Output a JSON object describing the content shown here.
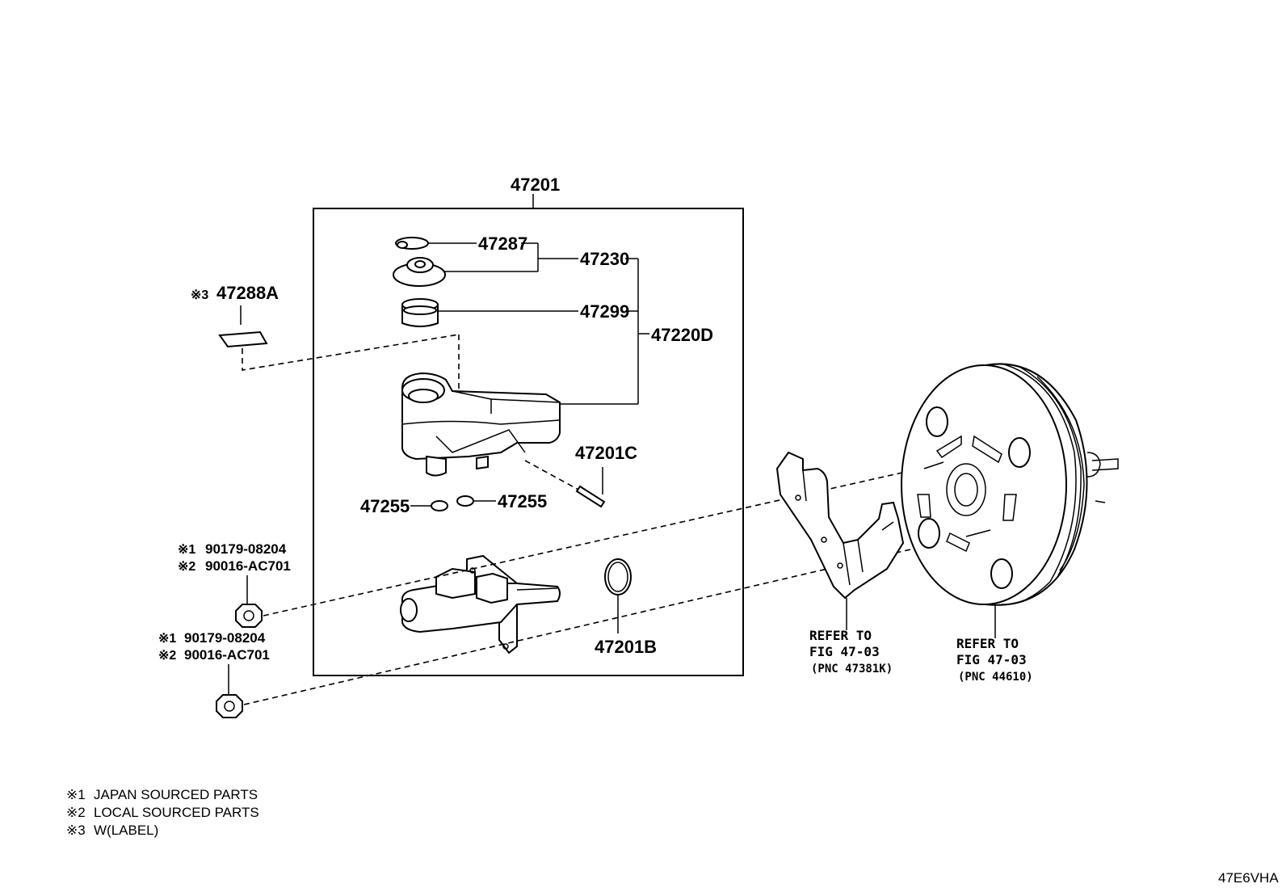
{
  "diagram_code": "47E6VHA",
  "callouts": {
    "assembly": "47201",
    "cap_gasket": "47287",
    "cap_assy": "47230",
    "strainer": "47299",
    "reservoir": "47220D",
    "pin": "47201C",
    "grommet_left": "47255",
    "grommet_right": "47255",
    "o_ring": "47201B",
    "label_mark": "※3",
    "label_part": "47288A"
  },
  "nuts": [
    {
      "line1_mark": "※1",
      "line1_part": "90179-08204",
      "line2_mark": "※2",
      "line2_part": "90016-AC701"
    },
    {
      "line1_mark": "※1",
      "line1_part": "90179-08204",
      "line2_mark": "※2",
      "line2_part": "90016-AC701"
    }
  ],
  "refer_bracket": {
    "line1": "REFER TO",
    "line2": "FIG 47-03",
    "line3": "(PNC 47381K)"
  },
  "refer_booster": {
    "line1": "REFER TO",
    "line2": "FIG 47-03",
    "line3": "(PNC 44610)"
  },
  "footnotes": [
    {
      "mark": "※1",
      "text": "JAPAN SOURCED PARTS"
    },
    {
      "mark": "※2",
      "text": "LOCAL SOURCED PARTS"
    },
    {
      "mark": "※3",
      "text": "W(LABEL)"
    }
  ]
}
